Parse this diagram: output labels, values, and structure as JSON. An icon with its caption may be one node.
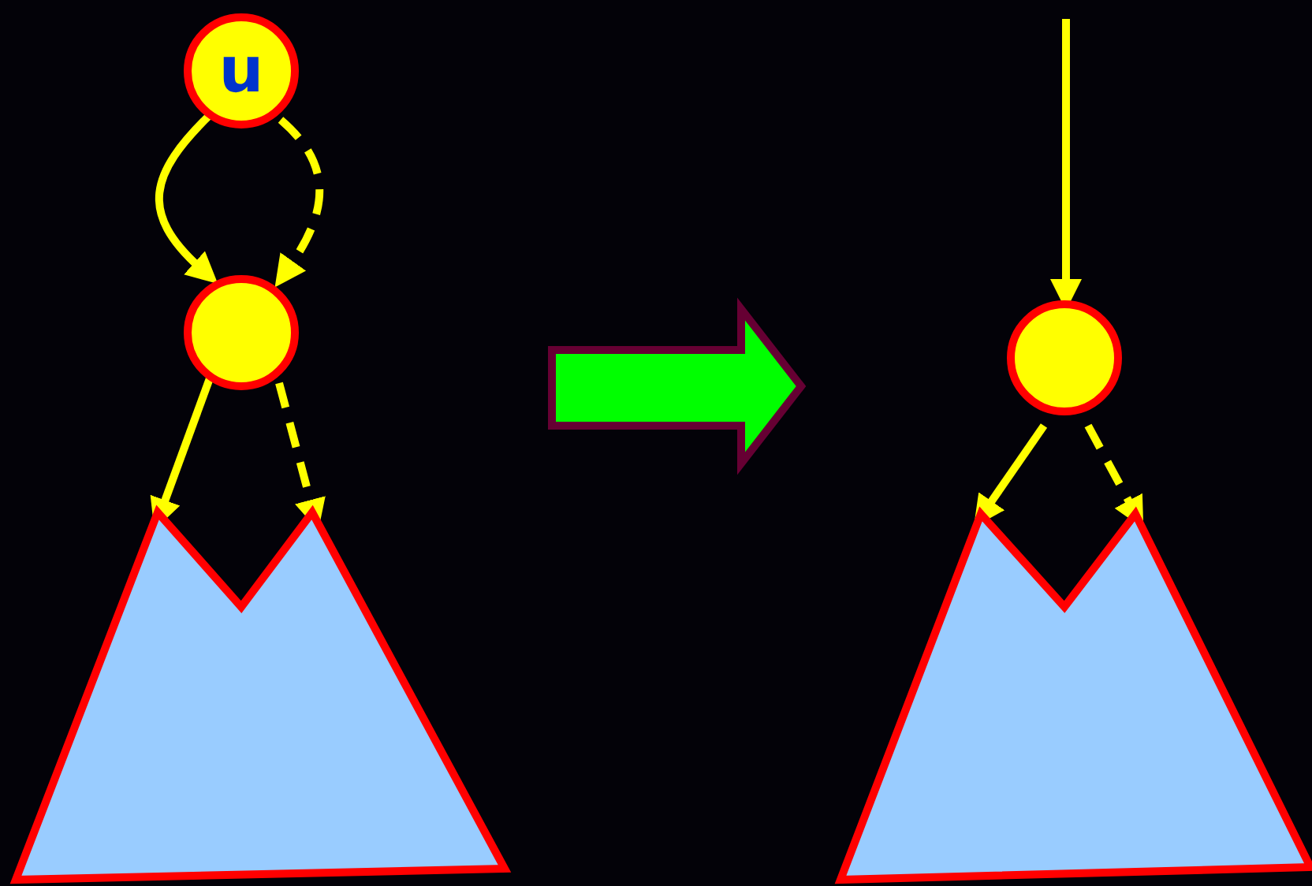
{
  "diagram": {
    "nodes": [
      {
        "text": [
          "u"
        ]
      },
      {
        "text": [],
        "shape": "circle"
      },
      {
        "text": [],
        "shape": "triangle"
      },
      {
        "text": [],
        "shape": "circle"
      },
      {
        "text": [],
        "shape": "triangle"
      }
    ],
    "edges": [
      {
        "from": 0,
        "to": 1,
        "arrow": "to"
      },
      {
        "from": 0,
        "to": 1,
        "arrow": "to",
        "style": "dashed"
      },
      {
        "from": 1,
        "to": 2,
        "arrow": "to"
      },
      {
        "from": 1,
        "to": 2,
        "arrow": "to",
        "style": "dashed"
      },
      {
        "from": null,
        "to": 3,
        "arrow": "to"
      },
      {
        "from": 3,
        "to": 4,
        "arrow": "to"
      },
      {
        "from": 3,
        "to": 4,
        "arrow": "to",
        "style": "dashed"
      }
    ]
  }
}
